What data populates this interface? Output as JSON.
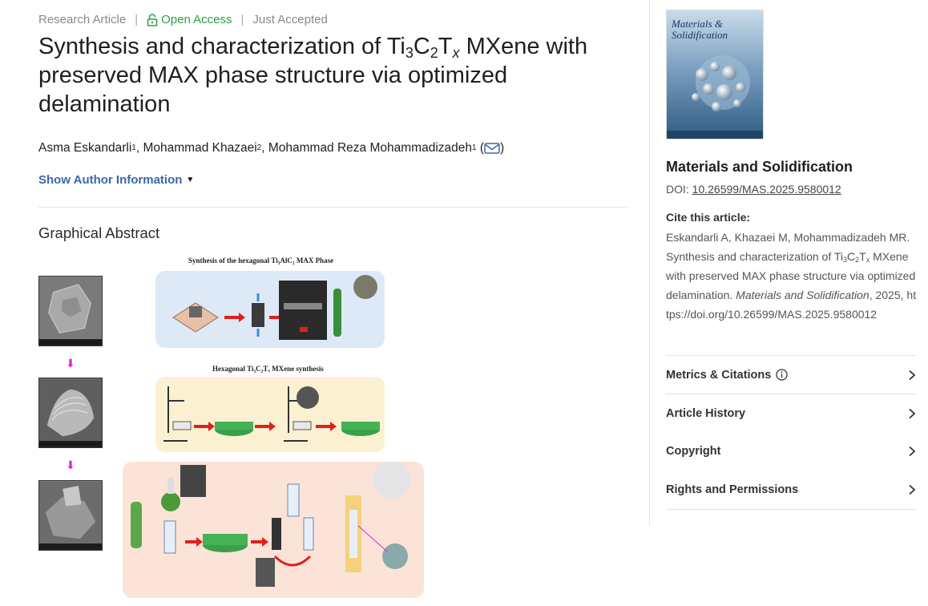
{
  "article_meta": {
    "type": "Research Article",
    "access": "Open Access",
    "status": "Just Accepted"
  },
  "title": {
    "part1": "Synthesis and characterization of Ti",
    "sub1": "3",
    "part2": "C",
    "sub2": "2",
    "part3": "T",
    "sub3": "x",
    "part4": " MXene with preserved MAX phase structure via optimized delamination"
  },
  "authors": [
    {
      "name": "Asma Eskandarli",
      "aff": "1",
      "after": ", "
    },
    {
      "name": "Mohammad Khazaei",
      "aff": "2",
      "after": ", "
    },
    {
      "name": "Mohammad Reza Mohammadizadeh",
      "aff": "1",
      "after": " ("
    }
  ],
  "authors_close": ")",
  "show_author_info": "Show Author Information",
  "graphical_abstract": {
    "heading": "Graphical Abstract",
    "panel1_title": "Synthesis of the hexagonal Ti₃AlC₂ MAX Phase",
    "panel2_title": "Hexagonal Ti₃C₂Tₓ MXene synthesis"
  },
  "sidebar": {
    "cover_title": "Materials & Solidification",
    "journal_name": "Materials and Solidification",
    "doi_label": "DOI: ",
    "doi_value": "10.26599/MAS.2025.9580012",
    "cite_heading": "Cite this article:",
    "cite": {
      "text1": "Eskandarli A, Khazaei M, Mohammadizadeh MR. Synthesis and characterization of Ti",
      "s1": "3",
      "text2": "C",
      "s2": "2",
      "text3": "T",
      "s3": "x",
      "text4": " MXene with preserved MAX phase structure via optimized delamination. ",
      "journal": "Materials and Solidification",
      "text5": ", 2025, https://doi.org/10.26599/MAS.2025.9580012"
    },
    "accordion": [
      {
        "label": "Metrics & Citations",
        "info": true
      },
      {
        "label": "Article History",
        "info": false
      },
      {
        "label": "Copyright",
        "info": false
      },
      {
        "label": "Rights and Permissions",
        "info": false
      }
    ]
  },
  "colors": {
    "open_access": "#2f9e44",
    "link": "#3a68a8",
    "panel_blue": "#dde9f6",
    "panel_yellow": "#fbf1d2",
    "panel_peach": "#fbe3d8"
  }
}
